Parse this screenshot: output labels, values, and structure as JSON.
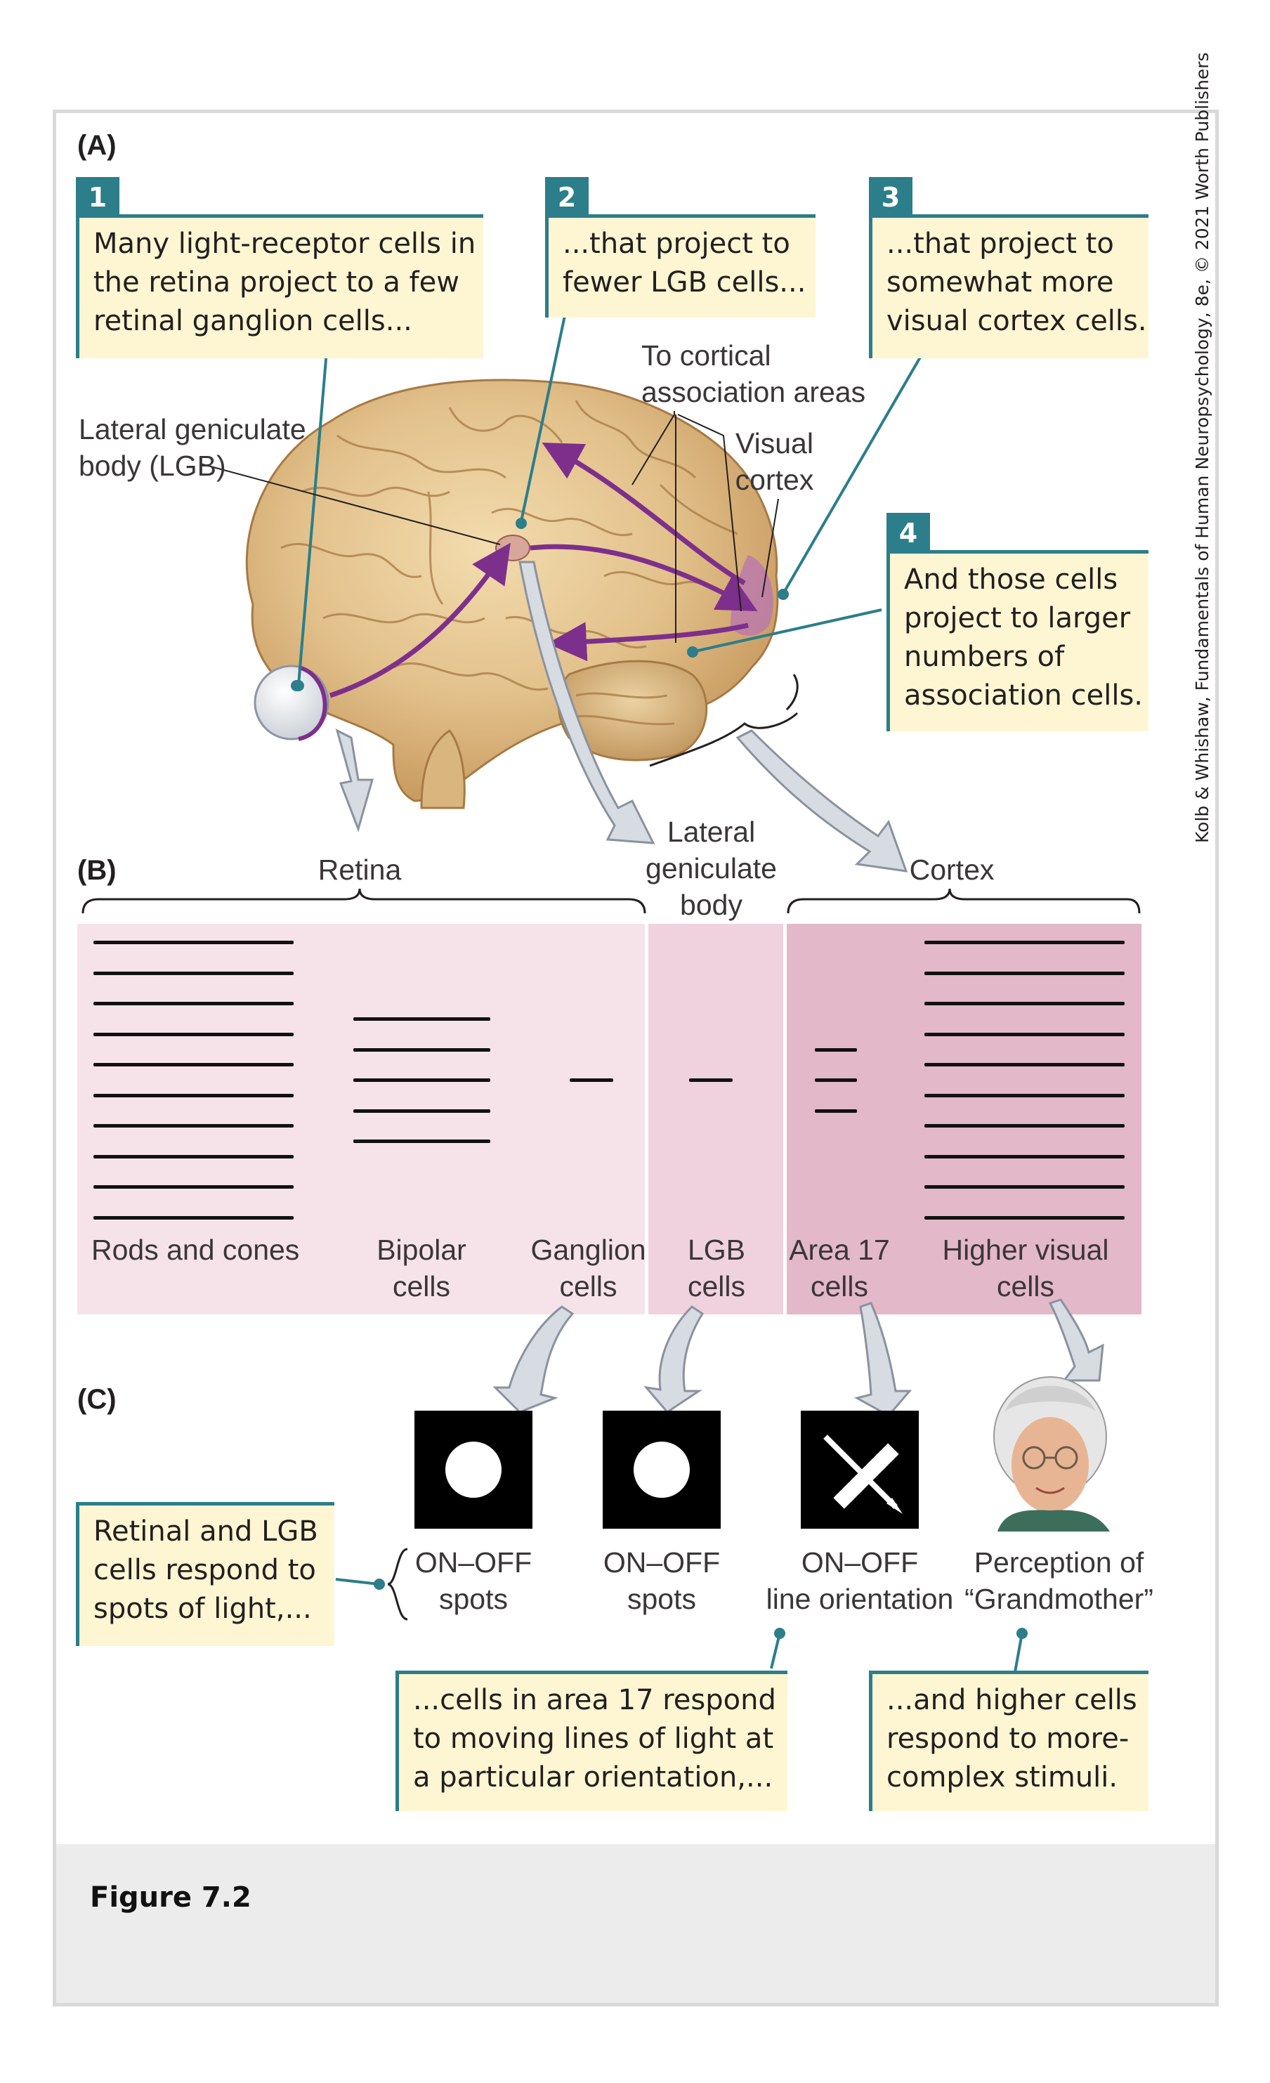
{
  "panels": {
    "a": "(A)",
    "b": "(B)",
    "c": "(C)"
  },
  "callouts": [
    {
      "number": "1",
      "lines": [
        "Many light-receptor cells in",
        "the retina project to a few",
        "retinal ganglion cells..."
      ]
    },
    {
      "number": "2",
      "lines": [
        "...that project to",
        "fewer LGB cells..."
      ]
    },
    {
      "number": "3",
      "lines": [
        "...that project to",
        "somewhat more",
        "visual cortex cells."
      ]
    },
    {
      "number": "4",
      "lines": [
        "And those cells",
        "project to larger",
        "numbers of",
        "association cells."
      ]
    }
  ],
  "brain_labels": {
    "lgb": [
      "Lateral geniculate",
      "body (LGB)"
    ],
    "cortical": [
      "To cortical",
      "association areas"
    ],
    "visual_cortex": [
      "Visual",
      "cortex"
    ]
  },
  "section_labels": {
    "retina": "Retina",
    "lgb": [
      "Lateral",
      "geniculate",
      "body"
    ],
    "cortex": "Cortex"
  },
  "cell_columns": [
    {
      "label": [
        "Rods and cones"
      ],
      "line_count": 10
    },
    {
      "label": [
        "Bipolar",
        "cells"
      ],
      "line_count": 5
    },
    {
      "label": [
        "Ganglion",
        "cells"
      ],
      "line_count": 1
    },
    {
      "label": [
        "LGB",
        "cells"
      ],
      "line_count": 1
    },
    {
      "label": [
        "Area 17",
        "cells"
      ],
      "line_count": 3
    },
    {
      "label": [
        "Higher visual",
        "cells"
      ],
      "line_count": 10
    }
  ],
  "stimuli": [
    {
      "label": [
        "ON–OFF",
        "spots"
      ]
    },
    {
      "label": [
        "ON–OFF",
        "spots"
      ]
    },
    {
      "label": [
        "ON–OFF",
        "line orientation"
      ]
    },
    {
      "label": [
        "Perception of",
        "“Grandmother”"
      ]
    }
  ],
  "bottom_callouts": {
    "left": [
      "Retinal and LGB",
      "cells respond to",
      "spots of light,..."
    ],
    "middle": [
      "...cells in area 17 respond",
      "to moving lines of light at",
      "a particular orientation,..."
    ],
    "right": [
      "...and higher cells",
      "respond to more-",
      "complex stimuli."
    ]
  },
  "credit": "Kolb & Whishaw, Fundamentals of Human Neuropsychology, 8e, © 2021 Worth Publishers",
  "figure_label": "Figure 7.2",
  "colors": {
    "teal": "#2b7e8a",
    "callout_bg": "#fef6d2",
    "retina_bg": "#f6e3ea",
    "lgb_bg": "#efd2de",
    "cortex_bg": "#e3b8c9",
    "pathway": "#7d2f8c"
  }
}
